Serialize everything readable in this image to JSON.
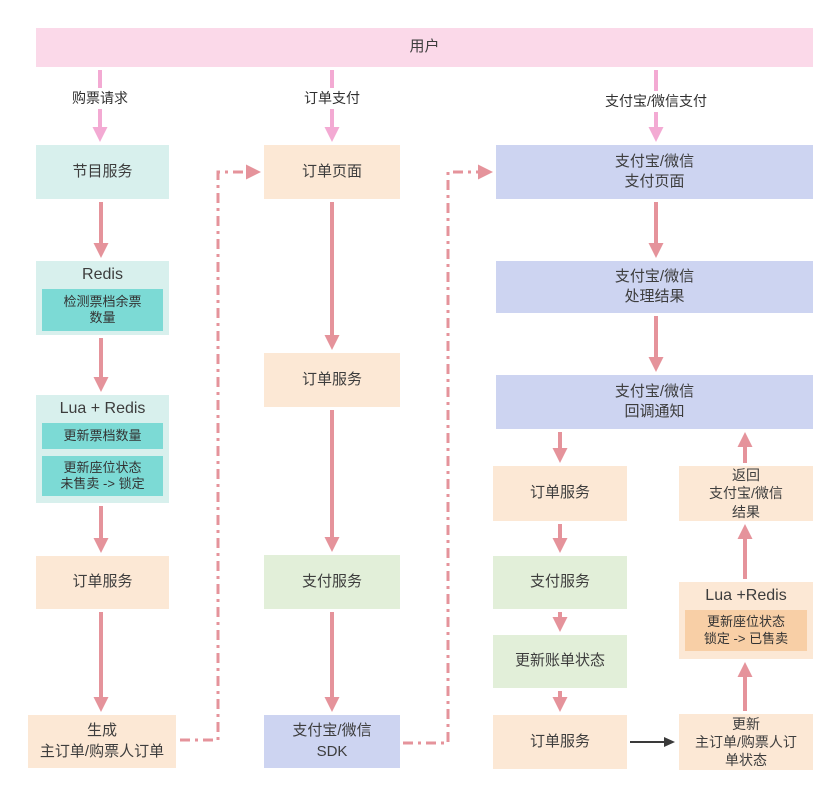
{
  "colors": {
    "banner_pink": "#fbd9e9",
    "teal": "#d8f0ed",
    "teal_dark": "#7cdad5",
    "peach": "#fce8d5",
    "green": "#e2efd9",
    "lavender": "#cdd4f1",
    "orange": "#f8cfa6",
    "arrow_pink": "#f3aad3",
    "arrow_salmon": "#e5939b",
    "arrow_black": "#3a3a3a",
    "text": "#3d3d3d"
  },
  "banner": {
    "label": "用户"
  },
  "edge_labels": {
    "buy_request": "购票请求",
    "order_pay": "订单支付",
    "wechat_pay": "支付宝/微信支付"
  },
  "nodes": {
    "program_service": {
      "text": "节目服务"
    },
    "redis_check": {
      "title": "Redis",
      "sub1": "检测票档余票\n数量"
    },
    "lua_redis_left": {
      "title": "Lua + Redis",
      "sub1": "更新票档数量",
      "sub2": "更新座位状态\n未售卖 -> 锁定"
    },
    "order_service_1": {
      "text": "订单服务"
    },
    "generate_order": {
      "text": "生成\n主订单/购票人订单"
    },
    "order_page": {
      "text": "订单页面"
    },
    "order_service_2": {
      "text": "订单服务"
    },
    "pay_service_mid": {
      "text": "支付服务"
    },
    "pay_sdk": {
      "text": "支付宝/微信\nSDK"
    },
    "pay_page": {
      "text": "支付宝/微信\n支付页面"
    },
    "pay_result": {
      "text": "支付宝/微信\n处理结果"
    },
    "pay_callback": {
      "text": "支付宝/微信\n回调通知"
    },
    "order_service_3": {
      "text": "订单服务"
    },
    "pay_service_right": {
      "text": "支付服务"
    },
    "update_bill_status": {
      "text": "更新账单状态"
    },
    "order_service_4": {
      "text": "订单服务"
    },
    "return_result": {
      "text": "返回\n支付宝/微信\n结果"
    },
    "lua_redis_right": {
      "title": "Lua +Redis",
      "sub1": "更新座位状态\n锁定 -> 已售卖"
    },
    "update_order_status": {
      "text": "更新\n主订单/购票人订\n单状态"
    }
  }
}
